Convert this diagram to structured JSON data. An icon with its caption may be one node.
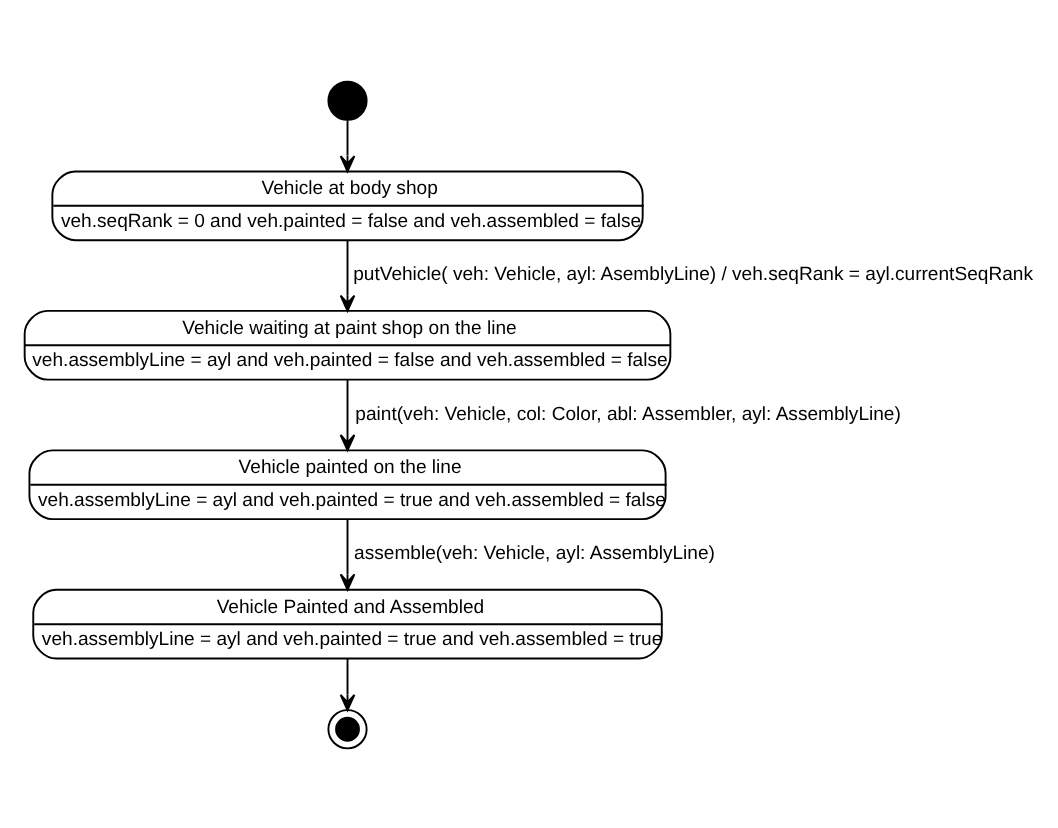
{
  "diagram": {
    "nodes": [
      {
        "text": [],
        "shape": "circle"
      },
      {
        "text": [
          "Vehicle at body shop",
          "veh.seqRank = 0 and veh.painted = false and veh.assembled = false"
        ]
      },
      {
        "text": [
          "Vehicle waiting at paint shop on the line",
          "veh.assemblyLine = ayl and veh.painted = false and veh.assembled = false"
        ]
      },
      {
        "text": [
          "Vehicle painted on the line",
          "veh.assemblyLine = ayl and veh.painted = true and veh.assembled = false"
        ]
      },
      {
        "text": [
          "Vehicle Painted and Assembled",
          "veh.assemblyLine = ayl and veh.painted = true and veh.assembled = true"
        ]
      },
      {
        "text": [],
        "shape": "circle"
      }
    ],
    "edges": [
      {
        "from": 0,
        "to": 1,
        "arrow": "to"
      },
      {
        "from": 1,
        "to": 2,
        "arrow": "to",
        "label": "putVehicle( veh: Vehicle, ayl: AsemblyLine) / veh.seqRank = ayl.currentSeqRank"
      },
      {
        "from": 2,
        "to": 3,
        "arrow": "to",
        "label": "paint(veh: Vehicle, col: Color, abl: Assembler, ayl: AssemblyLine)"
      },
      {
        "from": 3,
        "to": 4,
        "arrow": "to",
        "label": "assemble(veh: Vehicle, ayl: AssemblyLine)"
      },
      {
        "from": 4,
        "to": 5,
        "arrow": "to"
      }
    ]
  }
}
